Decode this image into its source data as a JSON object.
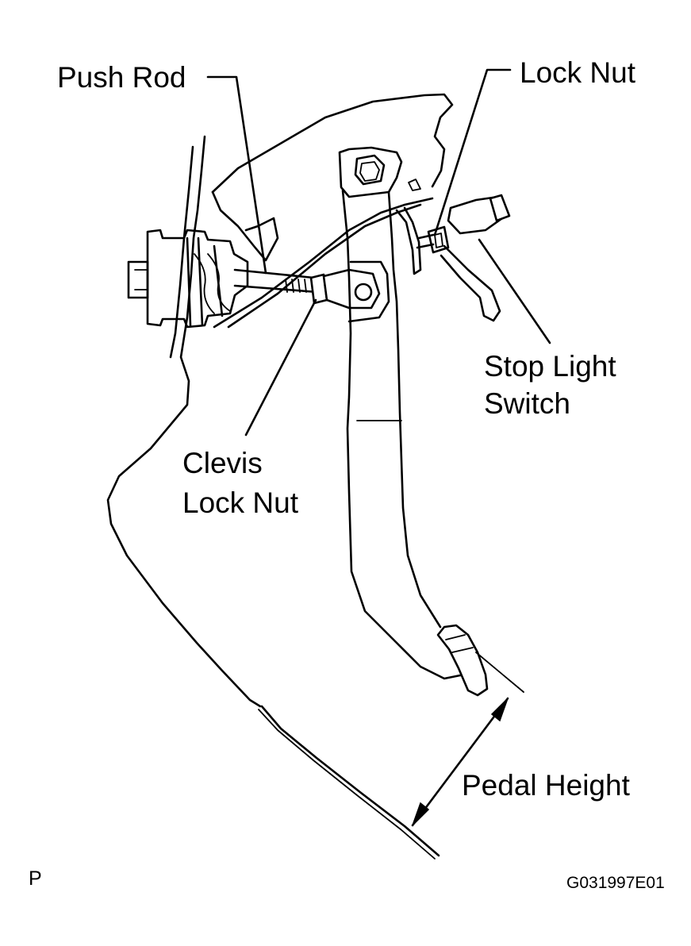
{
  "labels": {
    "push_rod": "Push Rod",
    "lock_nut": "Lock Nut",
    "stop_light_switch_line1": "Stop Light",
    "stop_light_switch_line2": "Switch",
    "clevis_lock_nut_line1": "Clevis",
    "clevis_lock_nut_line2": "Lock Nut",
    "pedal_height": "Pedal Height"
  },
  "corner_mark": "P",
  "figure_code": "G031997E01"
}
